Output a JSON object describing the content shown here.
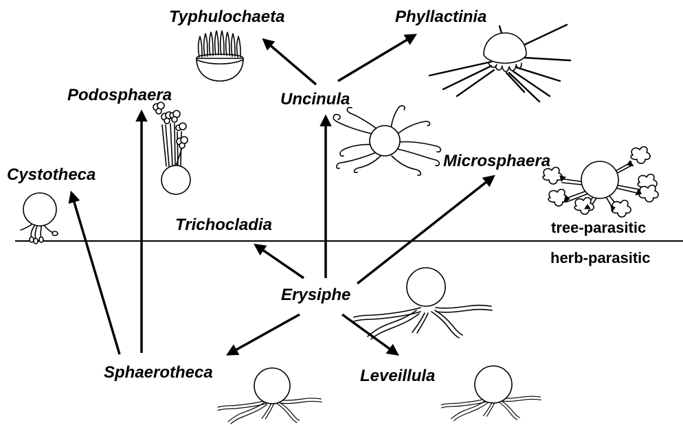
{
  "genera": {
    "typhulochaeta": "Typhulochaeta",
    "phyllactinia": "Phyllactinia",
    "podosphaera": "Podosphaera",
    "uncinula": "Uncinula",
    "cystotheca": "Cystotheca",
    "microsphaera": "Microsphaera",
    "trichocladia": "Trichocladia",
    "erysiphe": "Erysiphe",
    "sphaerotheca": "Sphaerotheca",
    "leveillula": "Leveillula"
  },
  "zones": {
    "tree": "tree-parasitic",
    "herb": "herb-parasitic"
  },
  "edges": [
    {
      "from": "Uncinula",
      "to": "Typhulochaeta"
    },
    {
      "from": "Uncinula",
      "to": "Phyllactinia"
    },
    {
      "from": "Erysiphe",
      "to": "Uncinula"
    },
    {
      "from": "Erysiphe",
      "to": "Microsphaera"
    },
    {
      "from": "Erysiphe",
      "to": "Trichocladia"
    },
    {
      "from": "Erysiphe",
      "to": "Sphaerotheca"
    },
    {
      "from": "Erysiphe",
      "to": "Leveillula"
    },
    {
      "from": "Sphaerotheca",
      "to": "Podosphaera"
    },
    {
      "from": "Sphaerotheca",
      "to": "Cystotheca"
    }
  ]
}
